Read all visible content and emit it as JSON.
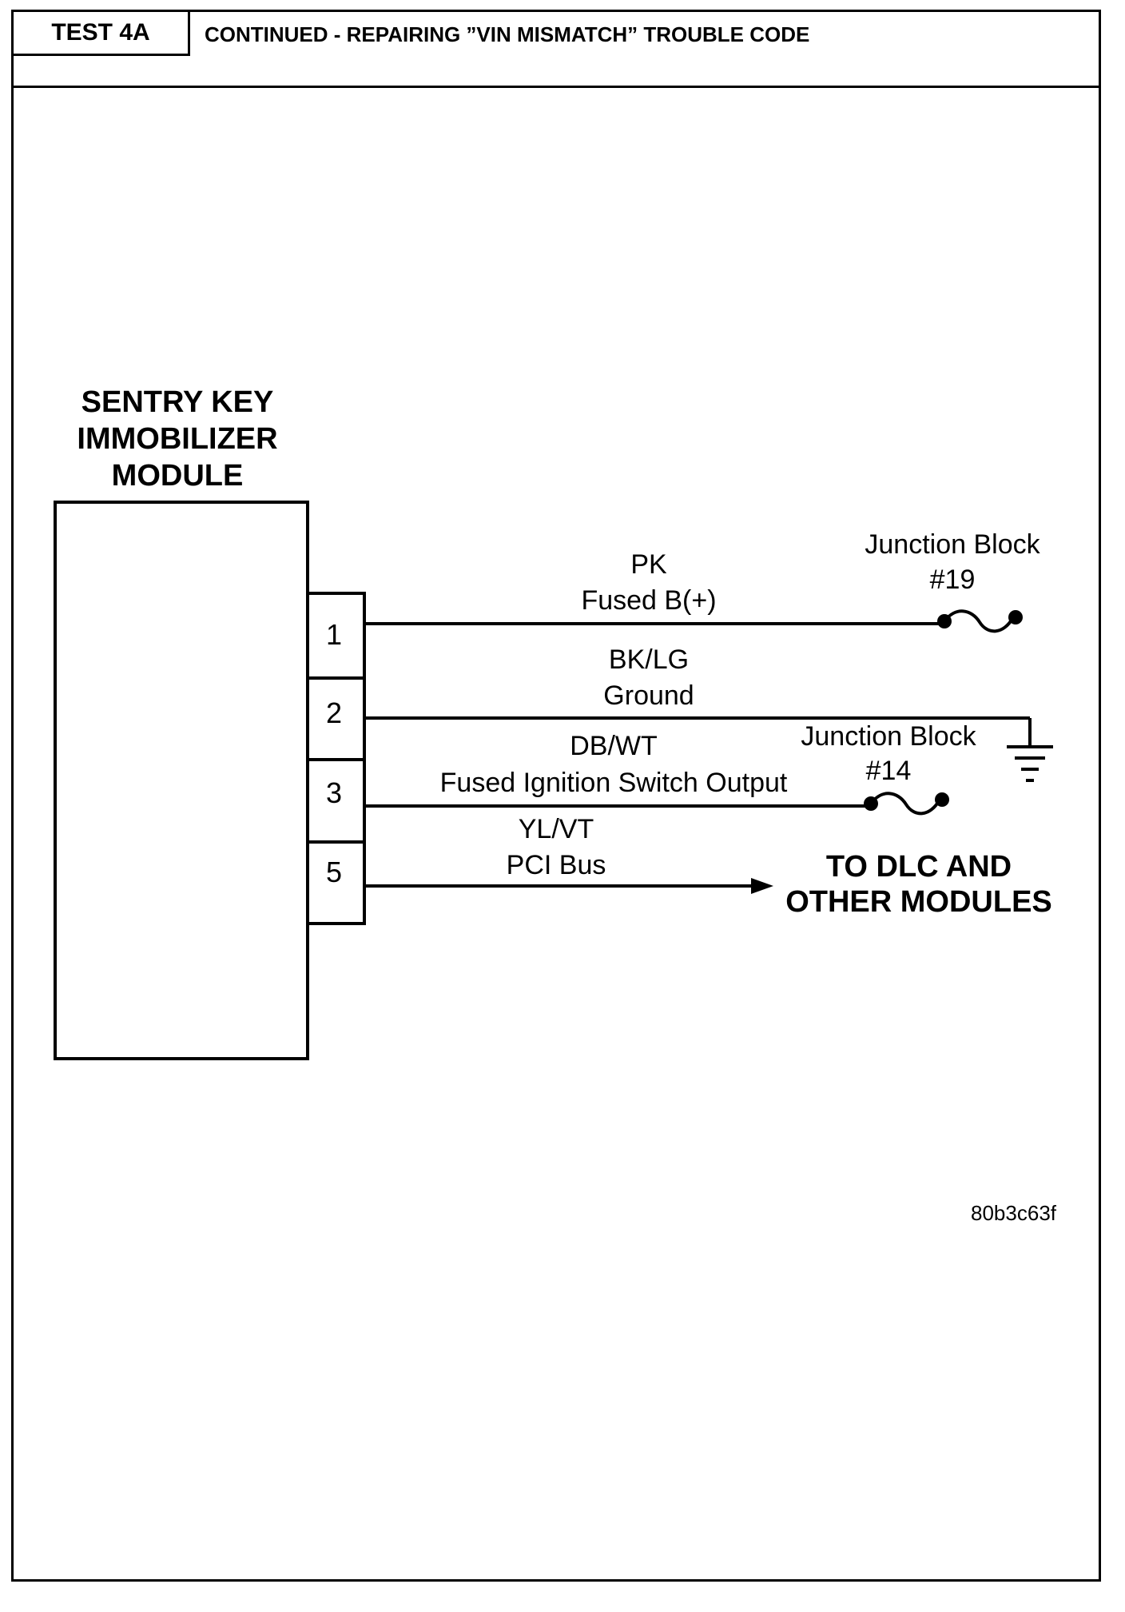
{
  "header": {
    "test_label": "TEST 4A",
    "title": "CONTINUED - REPAIRING ”VIN MISMATCH” TROUBLE CODE"
  },
  "module": {
    "name_lines": [
      "SENTRY KEY",
      "IMMOBILIZER",
      "MODULE"
    ]
  },
  "pins": [
    {
      "number": "1",
      "wire_color": "PK",
      "circuit": "Fused B(+)"
    },
    {
      "number": "2",
      "wire_color": "BK/LG",
      "circuit": "Ground"
    },
    {
      "number": "3",
      "wire_color": "DB/WT",
      "circuit": "Fused Ignition Switch Output"
    },
    {
      "number": "5",
      "wire_color": "YL/VT",
      "circuit": "PCI Bus"
    }
  ],
  "junction_blocks": [
    {
      "label": "Junction Block",
      "number": "#19"
    },
    {
      "label": "Junction Block",
      "number": "#14"
    }
  ],
  "destination": {
    "lines": [
      "TO DLC AND",
      "OTHER MODULES"
    ]
  },
  "figure_id": "80b3c63f"
}
